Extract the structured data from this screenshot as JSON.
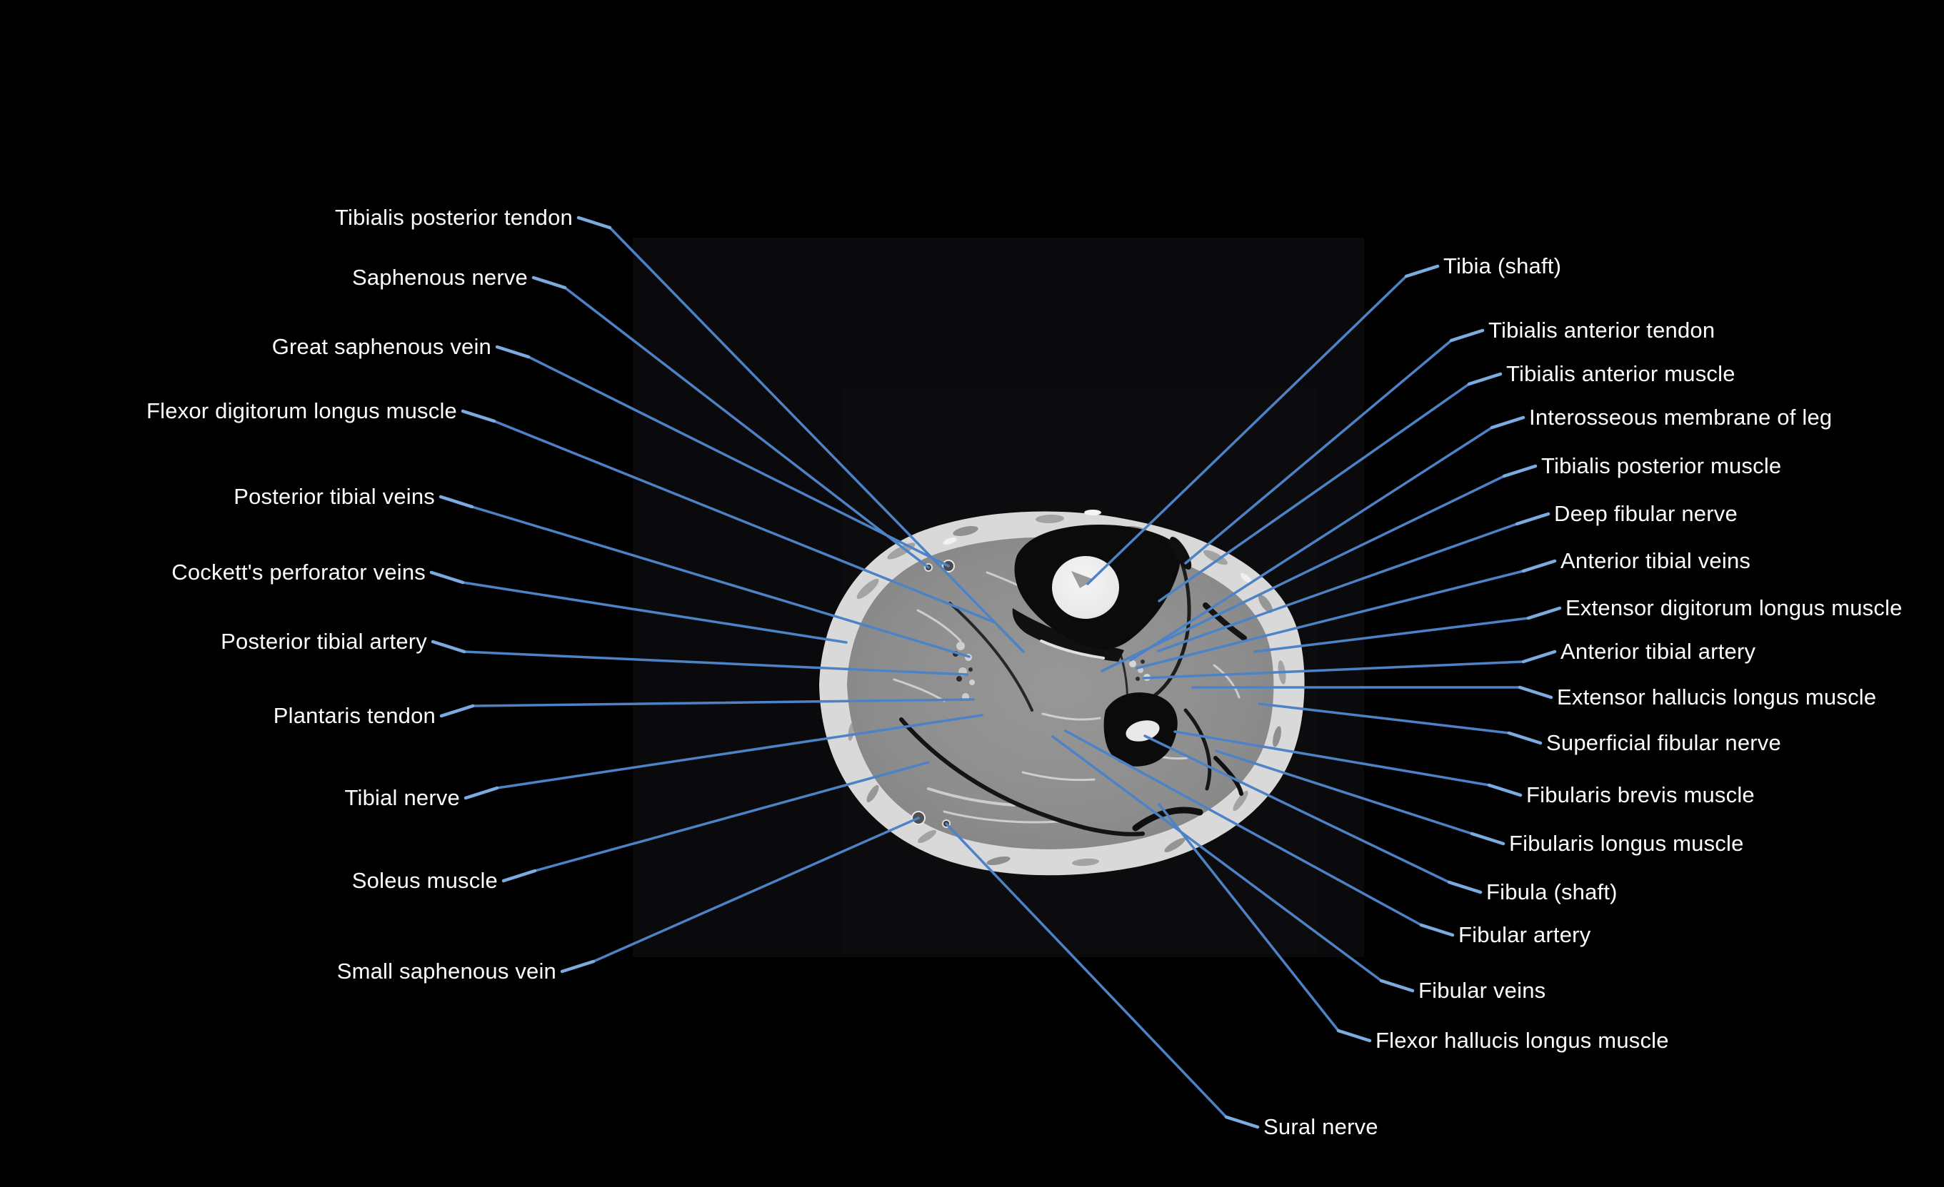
{
  "figure": {
    "colors": {
      "background": "#000000",
      "leader_line": "#4d83c6",
      "leader_tick": "#7cabdf",
      "label_text": "#fdfdfd",
      "fat_rim": "#d9d9d9",
      "muscle": "#8e8e8e",
      "bone_cortex": "#0b0b0b",
      "bone_marrow": "#ededed"
    },
    "annotations": {
      "left": [
        {
          "id": "tibialis-posterior-tendon",
          "label": "Tibialis posterior tendon"
        },
        {
          "id": "saphenous-nerve",
          "label": "Saphenous nerve"
        },
        {
          "id": "great-saphenous-vein",
          "label": "Great saphenous vein"
        },
        {
          "id": "flexor-digitorum-longus-muscle",
          "label": "Flexor digitorum longus muscle"
        },
        {
          "id": "posterior-tibial-veins",
          "label": "Posterior tibial veins"
        },
        {
          "id": "cocketts-perforator-veins",
          "label": "Cockett's perforator veins"
        },
        {
          "id": "posterior-tibial-artery",
          "label": "Posterior tibial artery"
        },
        {
          "id": "plantaris-tendon",
          "label": "Plantaris tendon"
        },
        {
          "id": "tibial-nerve",
          "label": "Tibial nerve"
        },
        {
          "id": "soleus-muscle",
          "label": "Soleus muscle"
        },
        {
          "id": "small-saphenous-vein",
          "label": "Small saphenous vein"
        }
      ],
      "right": [
        {
          "id": "tibia-shaft",
          "label": "Tibia (shaft)"
        },
        {
          "id": "tibialis-anterior-tendon",
          "label": "Tibialis anterior tendon"
        },
        {
          "id": "tibialis-anterior-muscle",
          "label": "Tibialis anterior muscle"
        },
        {
          "id": "interosseous-membrane-of-leg",
          "label": "Interosseous membrane of leg"
        },
        {
          "id": "tibialis-posterior-muscle",
          "label": "Tibialis posterior muscle"
        },
        {
          "id": "deep-fibular-nerve",
          "label": "Deep fibular nerve"
        },
        {
          "id": "anterior-tibial-veins",
          "label": "Anterior tibial veins"
        },
        {
          "id": "extensor-digitorum-longus-muscle",
          "label": "Extensor digitorum longus muscle"
        },
        {
          "id": "anterior-tibial-artery",
          "label": "Anterior tibial artery"
        },
        {
          "id": "extensor-hallucis-longus-muscle",
          "label": "Extensor hallucis longus muscle"
        },
        {
          "id": "superficial-fibular-nerve",
          "label": "Superficial fibular nerve"
        },
        {
          "id": "fibularis-brevis-muscle",
          "label": "Fibularis brevis muscle"
        },
        {
          "id": "fibularis-longus-muscle",
          "label": "Fibularis longus muscle"
        },
        {
          "id": "fibula-shaft",
          "label": "Fibula (shaft)"
        },
        {
          "id": "fibular-artery",
          "label": "Fibular artery"
        },
        {
          "id": "fibular-veins",
          "label": "Fibular veins"
        },
        {
          "id": "flexor-hallucis-longus-muscle",
          "label": "Flexor hallucis longus muscle"
        },
        {
          "id": "sural-nerve",
          "label": "Sural nerve"
        }
      ]
    }
  }
}
